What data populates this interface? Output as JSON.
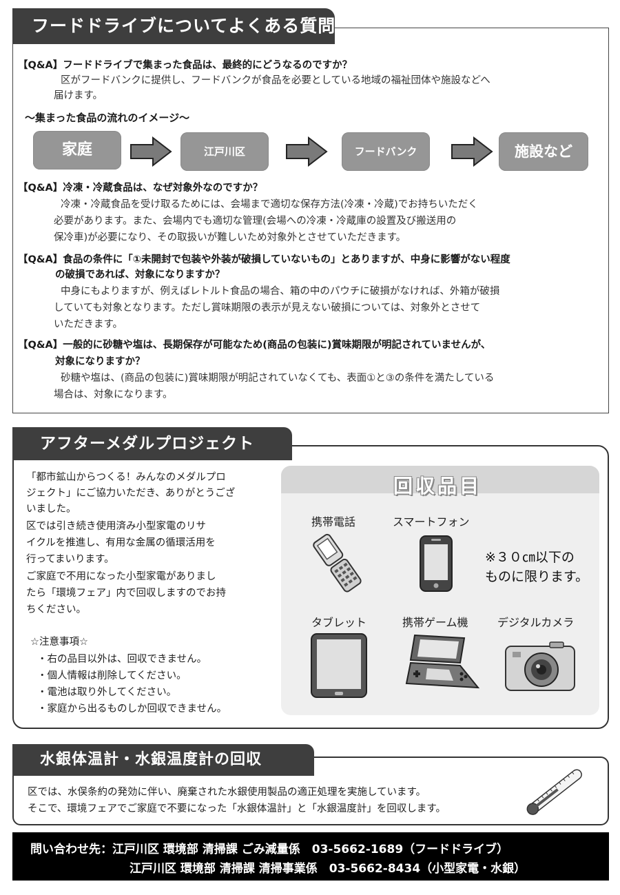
{
  "faq": {
    "title": "フードドライブについてよくある質問",
    "q1": "【Q&A】フードドライブで集まった食品は、最終的にどうなるのですか？",
    "a1": [
      "区がフードバンクに提供し、フードバンクが食品を必要としている地域の福祉団体や施設などへ",
      "届けます。"
    ],
    "flow_title": "～集まった食品の流れのイメージ～",
    "flow": [
      "家庭",
      "江戸川区",
      "フードバンク",
      "施設など"
    ],
    "q2": "【Q&A】冷凍・冷蔵食品は、なぜ対象外なのですか？",
    "a2": [
      "冷凍・冷蔵食品を受け取るためには、会場まで適切な保存方法(冷凍・冷蔵)でお持ちいただく",
      "必要があります。また、会場内でも適切な管理(会場への冷凍・冷蔵庫の設置及び搬送用の",
      "保冷車)が必要になり、その取扱いが難しいため対象外とさせていただきます。"
    ],
    "q3": [
      "【Q&A】食品の条件に「①未開封で包装や外装が破損していないもの」とありますが、中身に影響がない程度",
      "の破損であれば、対象になりますか？"
    ],
    "a3": [
      "中身にもよりますが、例えばレトルト食品の場合、箱の中のパウチに破損がなければ、外箱が破損",
      "していても対象となります。ただし賞味期限の表示が見えない破損については、対象外とさせて",
      "いただきます。"
    ],
    "q4": [
      "【Q&A】一般的に砂糖や塩は、長期保存が可能なため(商品の包装に)賞味期限が明記されていませんが、",
      "対象になりますか？"
    ],
    "a4": [
      "砂糖や塩は、(商品の包装に)賞味期限が明記されていなくても、表面①と③の条件を満たしている",
      "場合は、対象になります。"
    ]
  },
  "medal": {
    "title": "アフターメダルプロジェクト",
    "body": [
      "「都市鉱山からつくる！みんなのメダルプロ",
      "ジェクト」にご協力いただき、ありがとうござ",
      "いました。",
      "区では引き続き使用済み小型家電のリサ",
      "イクルを推進し、有用な金属の循環活用を",
      "行ってまいります。",
      "ご家庭で不用になった小型家電がありまし",
      "たら「環境フェア」内で回収しますのでお持",
      "ちください。"
    ],
    "notice_title": "☆注意事項☆",
    "notices": [
      "・右の品目以外は、回収できません。",
      "・個人情報は削除してください。",
      "・電池は取り外してください。",
      "・家庭から出るものしか回収できません。"
    ],
    "items_heading": "回収品目",
    "items": [
      "携帯電話",
      "スマートフォン",
      "タブレット",
      "携帯ゲーム機",
      "デジタルカメラ"
    ],
    "size_note": [
      "※３０㎝以下の",
      "ものに限ります。"
    ]
  },
  "mercury": {
    "title": "水銀体温計・水銀温度計の回収",
    "lines": [
      "区では、水俣条約の発効に伴い、廃棄された水銀使用製品の適正処理を実施しています。",
      "そこで、環境フェアでご家庭で不要になった「水銀体温計」と「水銀温度計」を回収します。"
    ]
  },
  "contact": {
    "line1": "問い合わせ先：江戸川区 環境部 清掃課 ごみ減量係　03-5662-1689（フードドライブ）",
    "line2": "江戸川区 環境部 清掃課 清掃事業係　03-5662-8434（小型家電・水銀）"
  }
}
